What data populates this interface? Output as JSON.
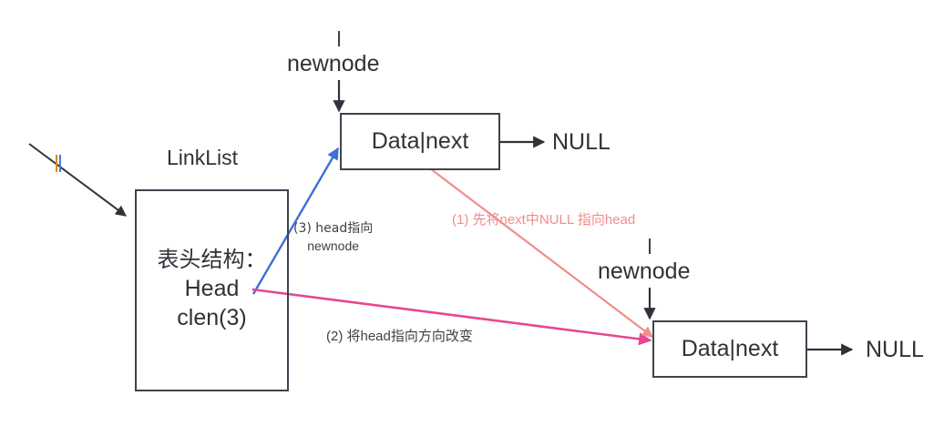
{
  "diagram": {
    "title_label": "LinkList",
    "nodes": {
      "top_node": {
        "label": "Data|next",
        "pointer_label": "newnode",
        "null_label": "NULL"
      },
      "bottom_node": {
        "label": "Data|next",
        "pointer_label": "newnode",
        "null_label": "NULL"
      },
      "linklist": {
        "line1": "表头结构：",
        "line2": "Head",
        "line3": "clen(3)"
      }
    },
    "annotations": {
      "step1": "(1) 先将next中NULL 指向head",
      "step3_line1": "(3) head指向",
      "step3_line2": "newnode",
      "step2": "(2) 将head指向方向改变"
    },
    "colors": {
      "stroke": "#3d4450",
      "text": "#2f3238",
      "blue_arrow": "#3d6fd4",
      "pink_arrow": "#e8468f",
      "red_arrow": "#f18d8d",
      "red_text": "#f58a8a"
    }
  }
}
